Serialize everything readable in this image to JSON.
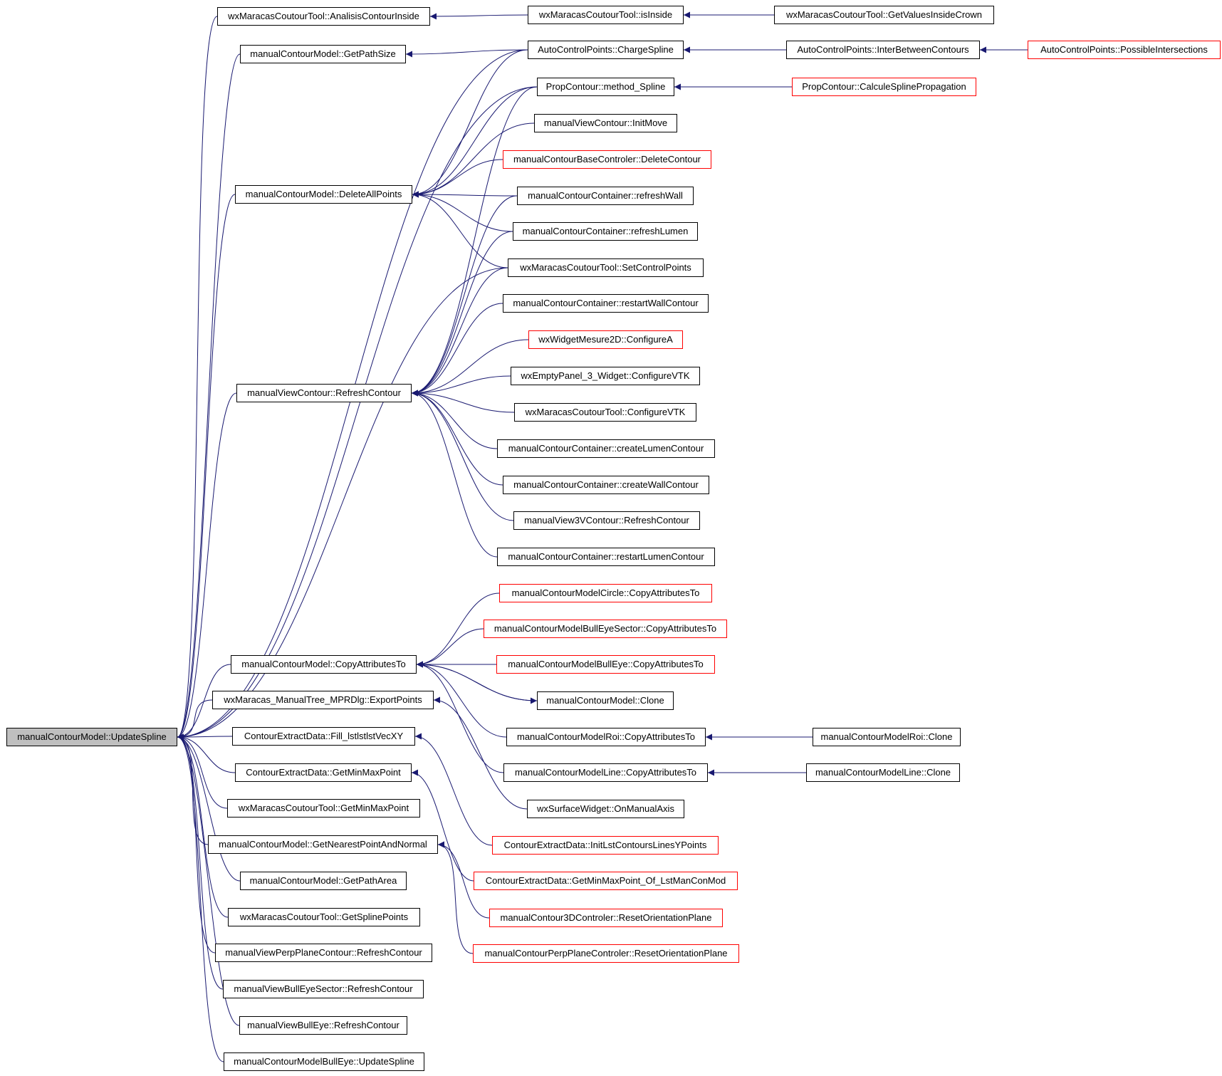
{
  "colors": {
    "edge": "#191970",
    "node_border": "#000000",
    "truncated_border": "#ff0000",
    "root_fill": "#bfbfbf",
    "background": "#ffffff"
  },
  "nodes": [
    {
      "id": "root",
      "label": "manualContourModel::UpdateSpline",
      "kind": "root"
    },
    {
      "id": "l1a",
      "label": "wxMaracasCoutourTool::AnalisisContourInside",
      "kind": "normal"
    },
    {
      "id": "l1b",
      "label": "manualContourModel::GetPathSize",
      "kind": "normal"
    },
    {
      "id": "l1c",
      "label": "manualContourModel::DeleteAllPoints",
      "kind": "normal"
    },
    {
      "id": "l1d",
      "label": "manualViewContour::RefreshContour",
      "kind": "normal"
    },
    {
      "id": "l1e",
      "label": "manualContourModel::CopyAttributesTo",
      "kind": "normal"
    },
    {
      "id": "l1f",
      "label": "wxMaracas_ManualTree_MPRDlg::ExportPoints",
      "kind": "normal"
    },
    {
      "id": "l1g",
      "label": "ContourExtractData::Fill_lstlstlstVecXY",
      "kind": "normal"
    },
    {
      "id": "l1h",
      "label": "ContourExtractData::GetMinMaxPoint",
      "kind": "normal"
    },
    {
      "id": "l1i",
      "label": "wxMaracasCoutourTool::GetMinMaxPoint",
      "kind": "normal"
    },
    {
      "id": "l1j",
      "label": "manualContourModel::GetNearestPointAndNormal",
      "kind": "normal"
    },
    {
      "id": "l1k",
      "label": "manualContourModel::GetPathArea",
      "kind": "normal"
    },
    {
      "id": "l1l",
      "label": "wxMaracasCoutourTool::GetSplinePoints",
      "kind": "normal"
    },
    {
      "id": "l1m",
      "label": "manualViewPerpPlaneContour::RefreshContour",
      "kind": "normal"
    },
    {
      "id": "l1n",
      "label": "manualViewBullEyeSector::RefreshContour",
      "kind": "normal"
    },
    {
      "id": "l1o",
      "label": "manualViewBullEye::RefreshContour",
      "kind": "normal"
    },
    {
      "id": "l1p",
      "label": "manualContourModelBullEye::UpdateSpline",
      "kind": "normal"
    },
    {
      "id": "m1",
      "label": "wxMaracasCoutourTool::isInside",
      "kind": "normal"
    },
    {
      "id": "m2",
      "label": "AutoControlPoints::ChargeSpline",
      "kind": "normal"
    },
    {
      "id": "m3",
      "label": "PropContour::method_Spline",
      "kind": "normal"
    },
    {
      "id": "m4",
      "label": "manualViewContour::InitMove",
      "kind": "normal"
    },
    {
      "id": "m5",
      "label": "manualContourBaseControler::DeleteContour",
      "kind": "trunc"
    },
    {
      "id": "m6",
      "label": "manualContourContainer::refreshWall",
      "kind": "normal"
    },
    {
      "id": "m7",
      "label": "manualContourContainer::refreshLumen",
      "kind": "normal"
    },
    {
      "id": "m8",
      "label": "wxMaracasCoutourTool::SetControlPoints",
      "kind": "normal"
    },
    {
      "id": "m9",
      "label": "manualContourContainer::restartWallContour",
      "kind": "normal"
    },
    {
      "id": "m10",
      "label": "wxWidgetMesure2D::ConfigureA",
      "kind": "trunc"
    },
    {
      "id": "m11",
      "label": "wxEmptyPanel_3_Widget::ConfigureVTK",
      "kind": "normal"
    },
    {
      "id": "m12",
      "label": "wxMaracasCoutourTool::ConfigureVTK",
      "kind": "normal"
    },
    {
      "id": "m13",
      "label": "manualContourContainer::createLumenContour",
      "kind": "normal"
    },
    {
      "id": "m14",
      "label": "manualContourContainer::createWallContour",
      "kind": "normal"
    },
    {
      "id": "m15",
      "label": "manualView3VContour::RefreshContour",
      "kind": "normal"
    },
    {
      "id": "m16",
      "label": "manualContourContainer::restartLumenContour",
      "kind": "normal"
    },
    {
      "id": "m17",
      "label": "manualContourModelCircle::CopyAttributesTo",
      "kind": "trunc"
    },
    {
      "id": "m18",
      "label": "manualContourModelBullEyeSector::CopyAttributesTo",
      "kind": "trunc"
    },
    {
      "id": "m19",
      "label": "manualContourModelBullEye::CopyAttributesTo",
      "kind": "trunc"
    },
    {
      "id": "m20",
      "label": "manualContourModel::Clone",
      "kind": "normal"
    },
    {
      "id": "m21",
      "label": "manualContourModelRoi::CopyAttributesTo",
      "kind": "normal"
    },
    {
      "id": "m22",
      "label": "manualContourModelLine::CopyAttributesTo",
      "kind": "normal"
    },
    {
      "id": "m23",
      "label": "wxSurfaceWidget::OnManualAxis",
      "kind": "normal"
    },
    {
      "id": "m24",
      "label": "ContourExtractData::InitLstContoursLinesYPoints",
      "kind": "trunc"
    },
    {
      "id": "m25",
      "label": "ContourExtractData::GetMinMaxPoint_Of_LstManConMod",
      "kind": "trunc"
    },
    {
      "id": "m26",
      "label": "manualContour3DControler::ResetOrientationPlane",
      "kind": "trunc"
    },
    {
      "id": "m27",
      "label": "manualContourPerpPlaneControler::ResetOrientationPlane",
      "kind": "trunc"
    },
    {
      "id": "r1",
      "label": "wxMaracasCoutourTool::GetValuesInsideCrown",
      "kind": "normal"
    },
    {
      "id": "r2",
      "label": "AutoControlPoints::InterBetweenContours",
      "kind": "normal"
    },
    {
      "id": "r3",
      "label": "PropContour::CalculeSplinePropagation",
      "kind": "trunc"
    },
    {
      "id": "r4",
      "label": "manualContourModelRoi::Clone",
      "kind": "normal"
    },
    {
      "id": "r5",
      "label": "manualContourModelLine::Clone",
      "kind": "normal"
    },
    {
      "id": "s1",
      "label": "AutoControlPoints::PossibleIntersections",
      "kind": "trunc"
    }
  ],
  "edges": [
    [
      "root",
      "l1a"
    ],
    [
      "root",
      "l1b"
    ],
    [
      "root",
      "l1c"
    ],
    [
      "root",
      "l1d"
    ],
    [
      "root",
      "l1e"
    ],
    [
      "root",
      "l1f"
    ],
    [
      "root",
      "l1g"
    ],
    [
      "root",
      "l1h"
    ],
    [
      "root",
      "l1i"
    ],
    [
      "root",
      "l1j"
    ],
    [
      "root",
      "l1k"
    ],
    [
      "root",
      "l1l"
    ],
    [
      "root",
      "l1m"
    ],
    [
      "root",
      "l1n"
    ],
    [
      "root",
      "l1o"
    ],
    [
      "root",
      "l1p"
    ],
    [
      "root",
      "m2"
    ],
    [
      "root",
      "m3"
    ],
    [
      "root",
      "m8"
    ],
    [
      "l1a",
      "m1"
    ],
    [
      "l1b",
      "m2"
    ],
    [
      "l1c",
      "m2"
    ],
    [
      "l1c",
      "m3"
    ],
    [
      "l1c",
      "m4"
    ],
    [
      "l1c",
      "m5"
    ],
    [
      "l1c",
      "m6"
    ],
    [
      "l1c",
      "m7"
    ],
    [
      "l1c",
      "m8"
    ],
    [
      "l1d",
      "m3"
    ],
    [
      "l1d",
      "m6"
    ],
    [
      "l1d",
      "m7"
    ],
    [
      "l1d",
      "m8"
    ],
    [
      "l1d",
      "m9"
    ],
    [
      "l1d",
      "m10"
    ],
    [
      "l1d",
      "m11"
    ],
    [
      "l1d",
      "m12"
    ],
    [
      "l1d",
      "m13"
    ],
    [
      "l1d",
      "m14"
    ],
    [
      "l1d",
      "m15"
    ],
    [
      "l1d",
      "m16"
    ],
    [
      "l1e",
      "m17"
    ],
    [
      "l1e",
      "m18"
    ],
    [
      "l1e",
      "m19"
    ],
    [
      "l1e",
      "m20"
    ],
    [
      "l1e",
      "m21"
    ],
    [
      "l1e",
      "m22"
    ],
    [
      "l1f",
      "m23"
    ],
    [
      "l1g",
      "m24"
    ],
    [
      "l1h",
      "m25"
    ],
    [
      "l1j",
      "m26"
    ],
    [
      "l1j",
      "m27"
    ],
    [
      "m20",
      "l1e"
    ],
    [
      "m1",
      "r1"
    ],
    [
      "m2",
      "r2"
    ],
    [
      "m3",
      "r3"
    ],
    [
      "m21",
      "r4"
    ],
    [
      "m22",
      "r5"
    ],
    [
      "r2",
      "s1"
    ]
  ]
}
